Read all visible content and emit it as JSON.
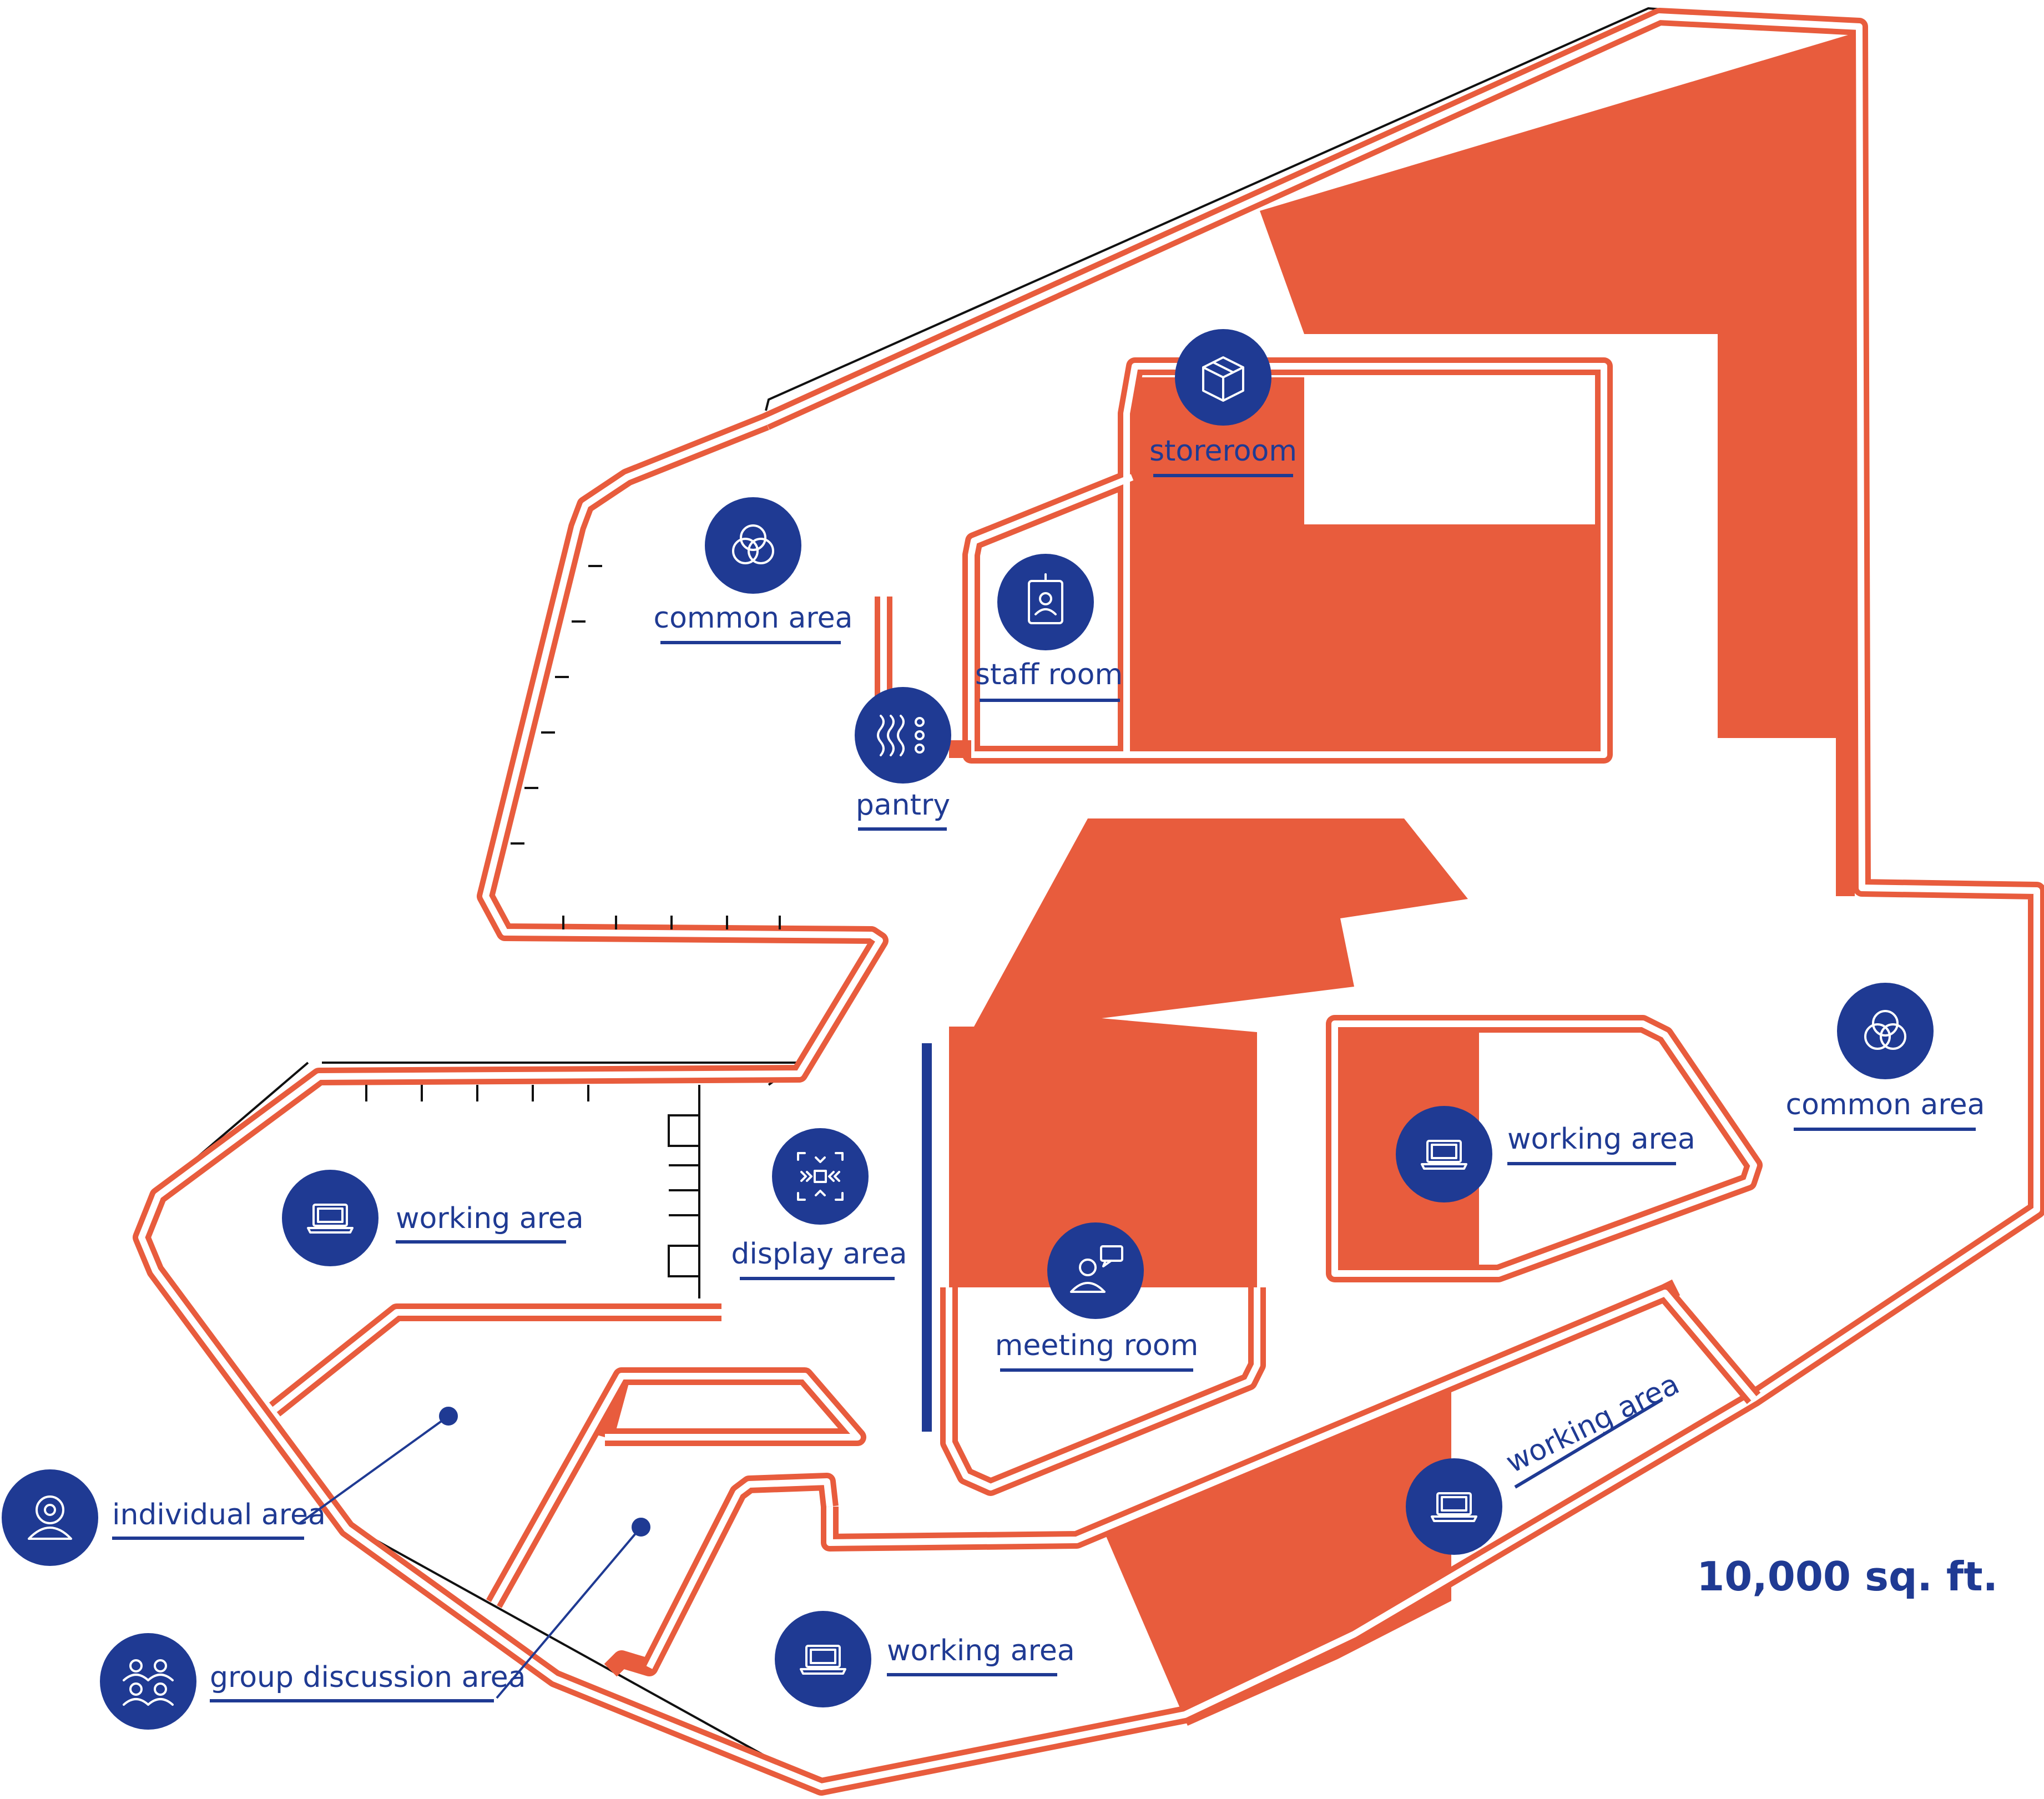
{
  "colors": {
    "accent": "#e85c3d",
    "brand": "#1f3a93"
  },
  "total_area": "10,000 sq. ft.",
  "labels": {
    "common_area_1": "common area",
    "storeroom": "storeroom",
    "staff_room": "staff room",
    "pantry": "pantry",
    "common_area_2": "common area",
    "working_area_1": "working area",
    "display_area": "display area",
    "meeting_room": "meeting room",
    "working_area_2": "working area",
    "working_area_3": "working area",
    "working_area_4": "working area",
    "individual_area": "individual area",
    "group_discussion_area": "group discussion area"
  },
  "icons": {
    "common_area_1": "venn-icon",
    "storeroom": "box-icon",
    "staff_room": "id-badge-icon",
    "pantry": "steam-icon",
    "common_area_2": "venn-icon",
    "working_area_1": "laptop-icon",
    "display_area": "display-frame-icon",
    "meeting_room": "person-chat-icon",
    "working_area_2": "laptop-icon",
    "working_area_3": "laptop-icon",
    "working_area_4": "laptop-icon",
    "individual_area": "person-icon",
    "group_discussion_area": "group-icon"
  }
}
